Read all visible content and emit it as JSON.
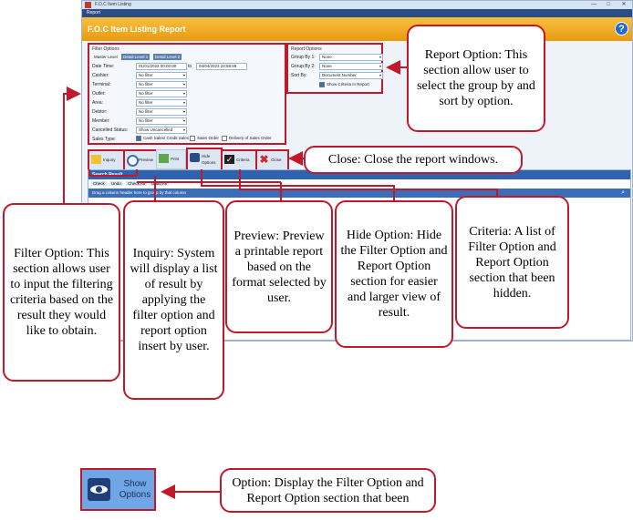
{
  "window": {
    "title": "F.O.C Item Listing",
    "minimize": "—",
    "maximize": "□",
    "close": "✕",
    "menu": "Report",
    "header": "F.O.C Item Listing Report",
    "help": "?"
  },
  "filter": {
    "title": "Filter Options",
    "tabs": [
      "Master Level",
      "Detail Level 1",
      "Detail Level 2"
    ],
    "date_label": "Date Time:",
    "date_from": "01/01/2022 00:00:00",
    "date_to_label": "to",
    "date_to": "04/04/2023 23:59:59",
    "fields": [
      {
        "label": "Cashier:",
        "value": "No filter"
      },
      {
        "label": "Terminal:",
        "value": "No filter"
      },
      {
        "label": "Outlet:",
        "value": "No filter"
      },
      {
        "label": "Area:",
        "value": "No filter"
      },
      {
        "label": "Debtor:",
        "value": "No filter"
      },
      {
        "label": "Member:",
        "value": "No filter"
      },
      {
        "label": "Cancelled Status:",
        "value": "Show Uncancelled"
      }
    ],
    "sales_type_label": "Sales Type:",
    "sales_types": [
      "Cash Sales/ Credit Sales",
      "Sales Order",
      "Delivery of Sales Order"
    ]
  },
  "report": {
    "title": "Report Options",
    "group1_label": "Group By 1:",
    "group1": "None",
    "group2_label": "Group By 2:",
    "group2": "None",
    "sort_label": "Sort By:",
    "sort": "Document Number",
    "show_criteria": "Show Criteria In Report"
  },
  "toolbar": {
    "inquiry": "Inquiry",
    "preview": "Preview",
    "print": "Print",
    "hide": "Hide Options",
    "criteria": "Criteria",
    "close": "Close"
  },
  "result": {
    "title": "Search Result",
    "tabs": [
      "Check",
      "Undo",
      "Check All",
      "Undo All"
    ],
    "grouping_hint": "Drag a column header here to group by that column"
  },
  "callouts": {
    "report_option": "Report Option: This section allow user to select the group by and sort by option.",
    "close": "Close: Close the report windows.",
    "filter_option": "Filter Option: This section allows user to input the filtering criteria based on the result they would like to obtain.",
    "inquiry": "Inquiry: System will display a list of result by applying the filter option and report option insert by user.",
    "preview": "Preview: Preview a printable report based on the format selected by user.",
    "hide_option": "Hide Option: Hide the Filter Option and Report Option section for easier and larger view of result.",
    "criteria": "Criteria: A list of Filter Option and Report Option section that been hidden.",
    "show_option": "Option: Display the Filter Option and Report Option section that been"
  },
  "show_options_button": {
    "line1": "Show",
    "line2": "Options"
  },
  "colors": {
    "accent": "#c2182b",
    "header": "#f0a820",
    "menubar": "#2a4d85"
  }
}
